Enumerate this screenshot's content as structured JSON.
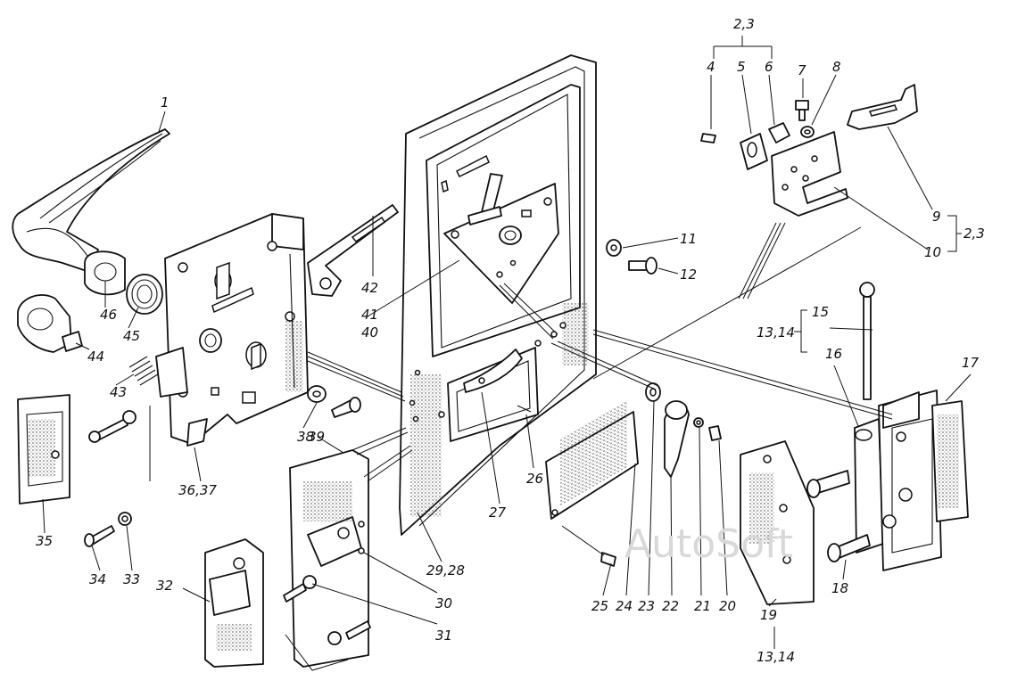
{
  "watermark": "AutoSoft",
  "labels": [
    "1",
    "2,3",
    "4",
    "5",
    "6",
    "7",
    "8",
    "9",
    "2,3",
    "10",
    "11",
    "12",
    "13,14",
    "15",
    "16",
    "17",
    "42",
    "41",
    "40",
    "46",
    "45",
    "44",
    "43",
    "38",
    "39",
    "36,37",
    "35",
    "34",
    "33",
    "32",
    "31",
    "30",
    "29,28",
    "27",
    "26",
    "25",
    "24",
    "23",
    "22",
    "21",
    "20",
    "19",
    "13,14",
    "18"
  ]
}
